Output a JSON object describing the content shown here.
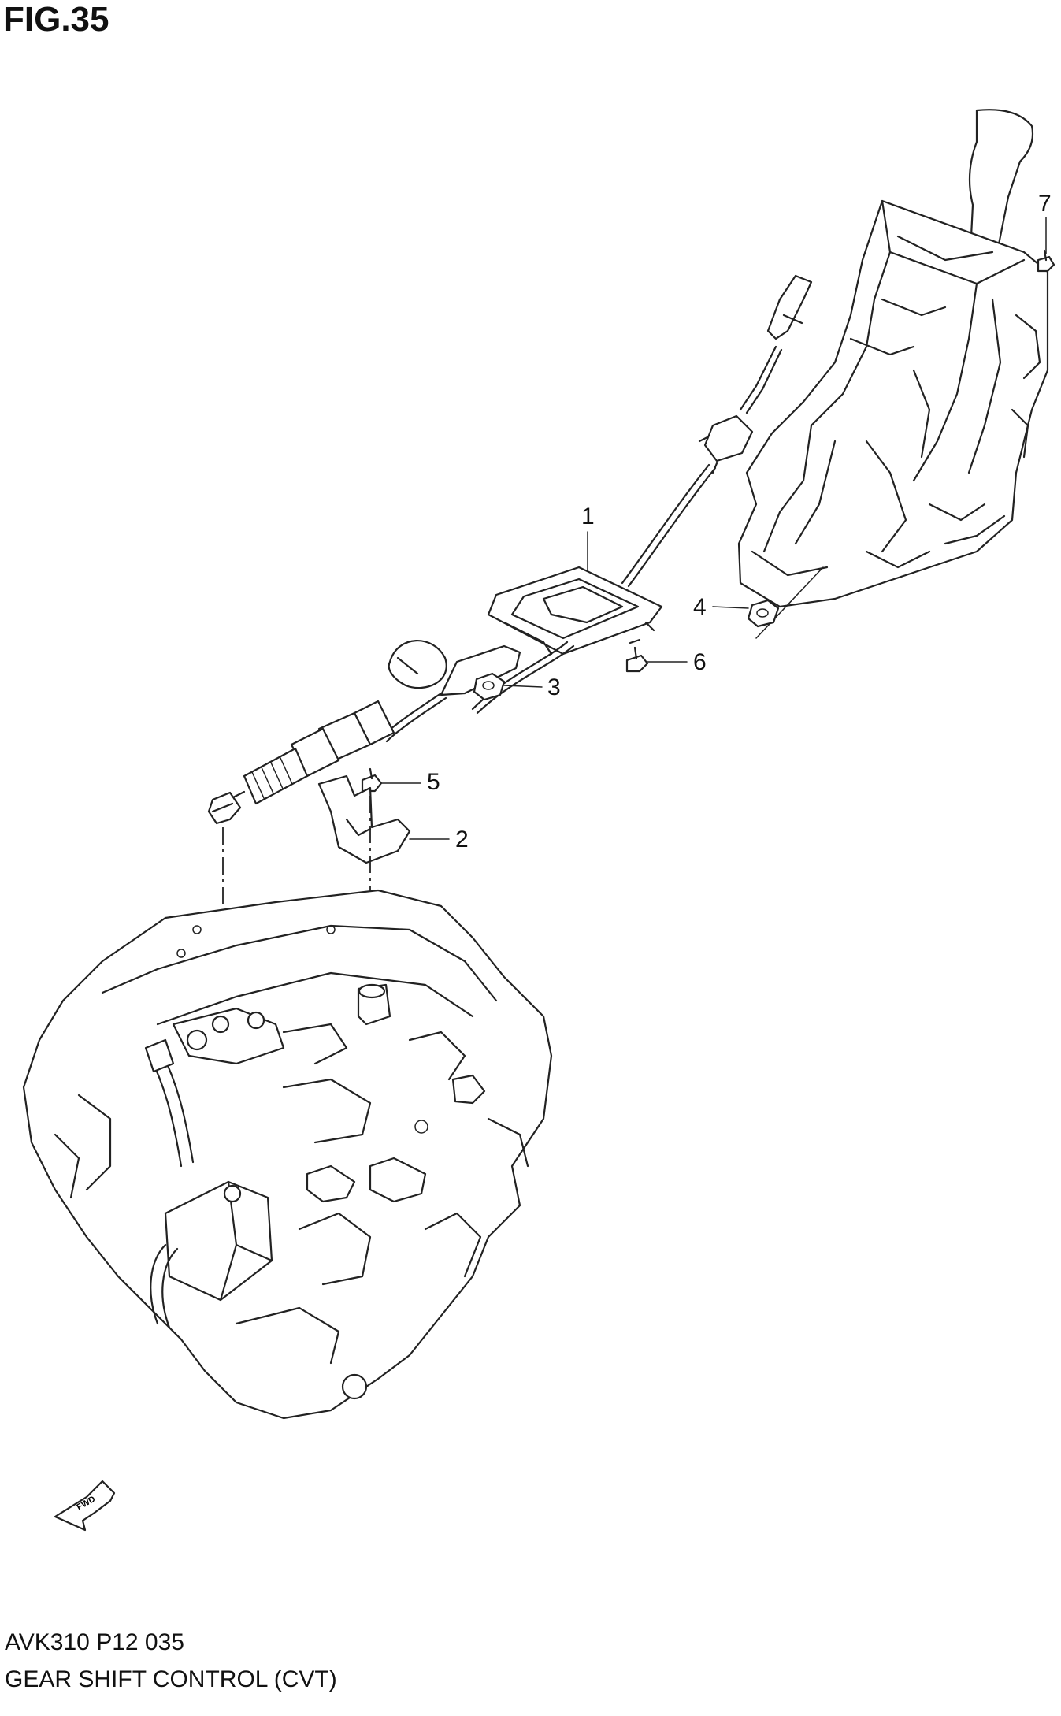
{
  "figure": {
    "title": "FIG.35",
    "code": "AVK310 P12 035",
    "caption": "GEAR SHIFT CONTROL (CVT)"
  },
  "callouts": [
    {
      "id": "1",
      "label": "1"
    },
    {
      "id": "2",
      "label": "2"
    },
    {
      "id": "3",
      "label": "3"
    },
    {
      "id": "4",
      "label": "4"
    },
    {
      "id": "5",
      "label": "5"
    },
    {
      "id": "6",
      "label": "6"
    },
    {
      "id": "7",
      "label": "7"
    }
  ],
  "fwd_label": "FWD"
}
